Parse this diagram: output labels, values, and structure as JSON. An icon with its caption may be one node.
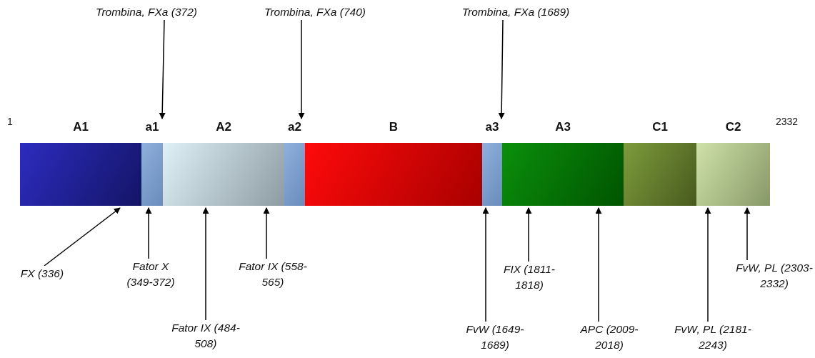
{
  "diagram": {
    "nodes": [
      {
        "text": [
          "A1"
        ]
      },
      {
        "text": [
          "a1"
        ]
      },
      {
        "text": [
          "A2"
        ]
      },
      {
        "text": [
          "a2"
        ]
      },
      {
        "text": [
          "B"
        ]
      },
      {
        "text": [
          "a3"
        ]
      },
      {
        "text": [
          "A3"
        ]
      },
      {
        "text": [
          "C1"
        ]
      },
      {
        "text": [
          "C2"
        ]
      },
      {
        "text": [
          "Trombina, FXa (372)"
        ]
      },
      {
        "text": [
          "Trombina, FXa (740)"
        ]
      },
      {
        "text": [
          "Trombina, FXa (1689)"
        ]
      },
      {
        "text": [
          "FX (336)"
        ]
      },
      {
        "text": [
          "Fator X (349-372)"
        ]
      },
      {
        "text": [
          "Fator IX (484-508)"
        ]
      },
      {
        "text": [
          "Fator IX (558-565)"
        ]
      },
      {
        "text": [
          "FvW (1649-1689)"
        ]
      },
      {
        "text": [
          "FIX (1811-1818)"
        ]
      },
      {
        "text": [
          "APC (2009-2018)"
        ]
      },
      {
        "text": [
          "FvW, PL (2181-2243)"
        ]
      },
      {
        "text": [
          "FvW, PL (2303-2332)"
        ]
      }
    ],
    "edges": [
      {
        "from": 9,
        "to": 1,
        "arrow": "to"
      },
      {
        "from": 10,
        "to": 3,
        "arrow": "to"
      },
      {
        "from": 11,
        "to": 5,
        "arrow": "to"
      },
      {
        "from": 12,
        "to": 0,
        "arrow": "to"
      },
      {
        "from": 13,
        "to": 1,
        "arrow": "to"
      },
      {
        "from": 14,
        "to": 2,
        "arrow": "to"
      },
      {
        "from": 15,
        "to": 2,
        "arrow": "to"
      },
      {
        "from": 16,
        "to": 5,
        "arrow": "to"
      },
      {
        "from": 17,
        "to": 6,
        "arrow": "to"
      },
      {
        "from": 18,
        "to": 6,
        "arrow": "to"
      },
      {
        "from": 19,
        "to": 8,
        "arrow": "to"
      },
      {
        "from": 20,
        "to": 8,
        "arrow": "to"
      }
    ],
    "labels": [
      "1",
      "2332"
    ]
  }
}
